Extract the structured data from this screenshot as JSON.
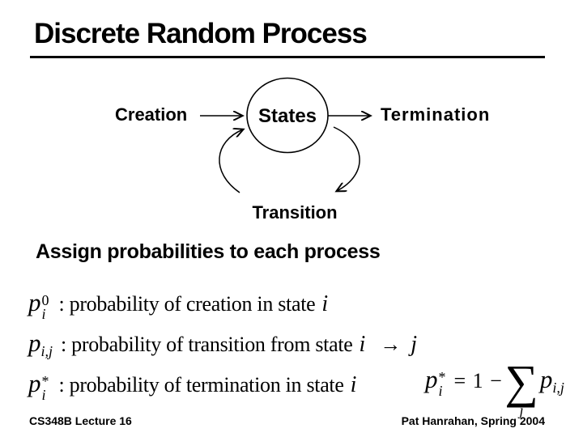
{
  "slide": {
    "title": "Discrete Random Process",
    "heading": "Assign probabilities to each process",
    "footer_left": "CS348B Lecture 16",
    "footer_right": "Pat Hanrahan, Spring 2004"
  },
  "diagram": {
    "creation_label": "Creation",
    "states_label": "States",
    "termination_label": "Termination",
    "transition_label": "Transition"
  },
  "math": {
    "lines": [
      {
        "base": "p",
        "sup": "0",
        "sub": "i",
        "desc": ": probability of creation in state",
        "tail": "i"
      },
      {
        "base": "p",
        "sub": "i,j",
        "desc": ": probability of transition from state",
        "tail": "i",
        "arrow": "→",
        "tail2": "j"
      },
      {
        "base": "p",
        "sup": "*",
        "sub": "i",
        "desc": ": probability of termination in state",
        "tail": "i"
      }
    ],
    "formula": {
      "lhs_base": "p",
      "lhs_sup": "*",
      "lhs_sub": "i",
      "mid": "= 1 −",
      "sigma": "∑",
      "sigma_sub": "j",
      "rhs_base": "p",
      "rhs_sub": "i,j"
    }
  },
  "colors": {
    "ink": "#000000",
    "background": "#ffffff"
  }
}
